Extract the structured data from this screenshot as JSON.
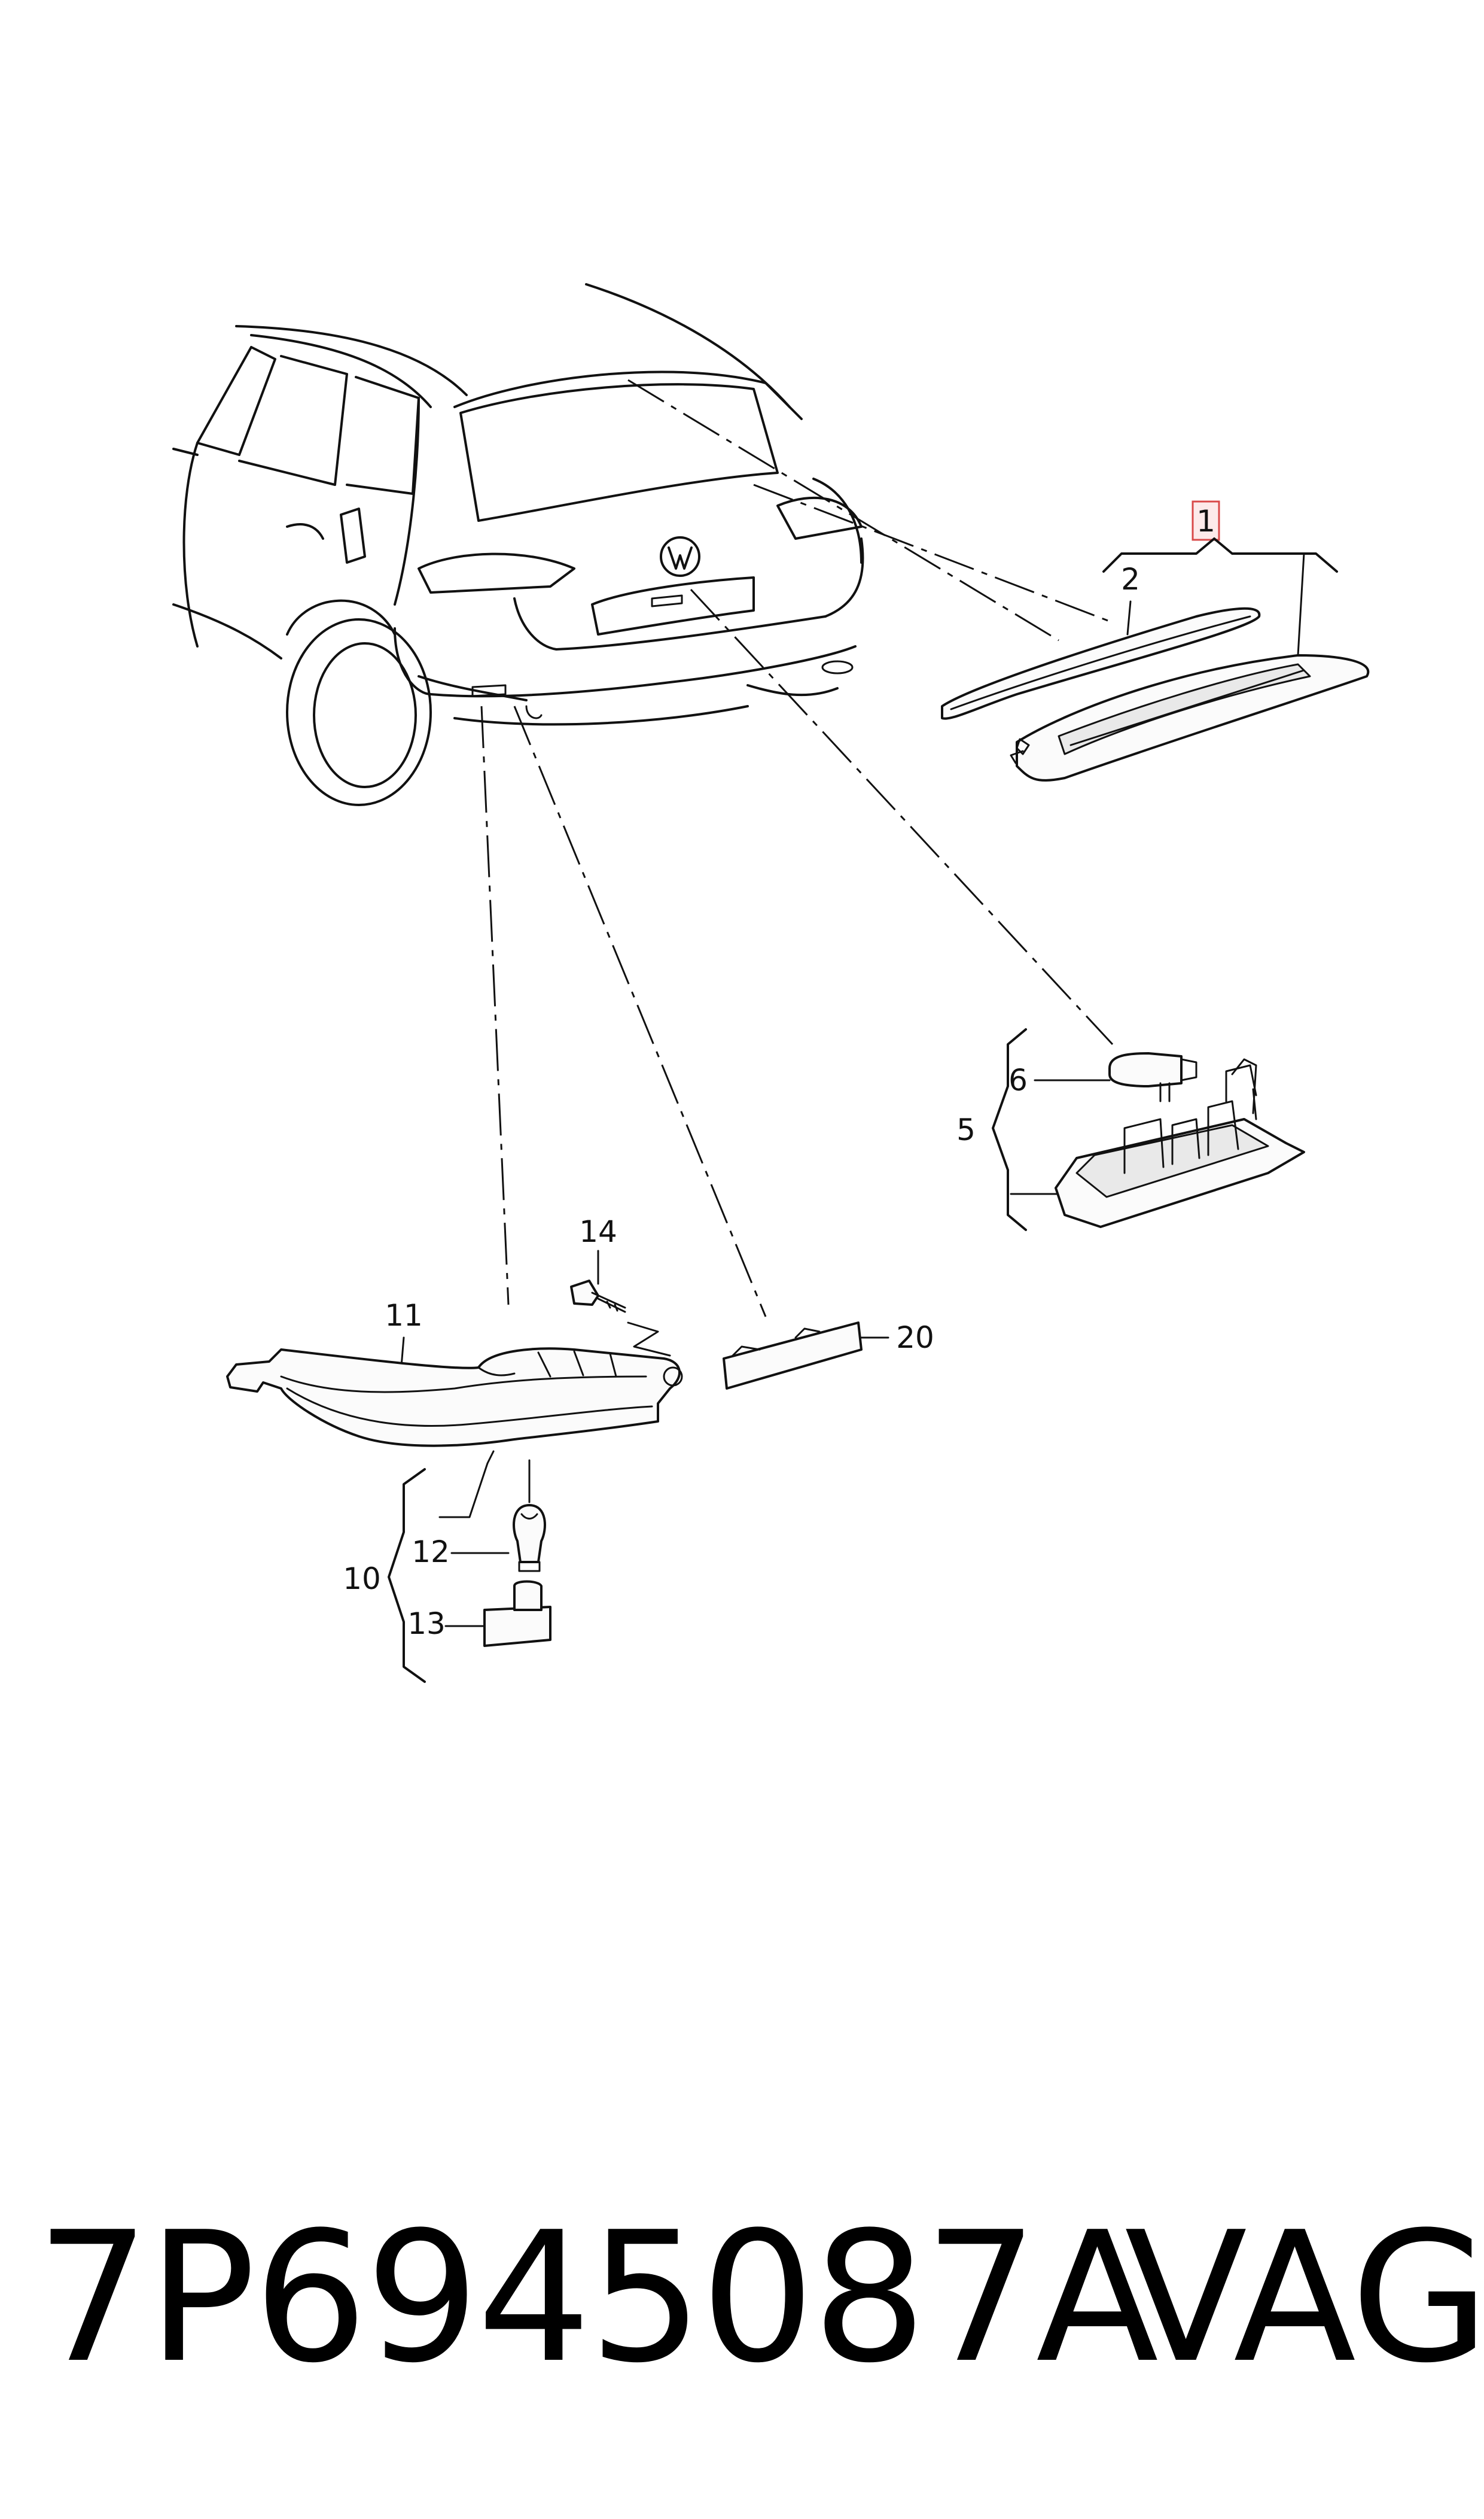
{
  "callouts": {
    "c1": "1",
    "c2": "2",
    "c5": "5",
    "c6": "6",
    "c10": "10",
    "c11": "11",
    "c12": "12",
    "c13": "13",
    "c14": "14",
    "c20": "20"
  },
  "footer": {
    "part_number": "7P6945087A",
    "brand": "VAG"
  },
  "colors": {
    "highlight_border": "#d94a4a",
    "highlight_fill": "#fdeaea",
    "line": "#111111"
  }
}
